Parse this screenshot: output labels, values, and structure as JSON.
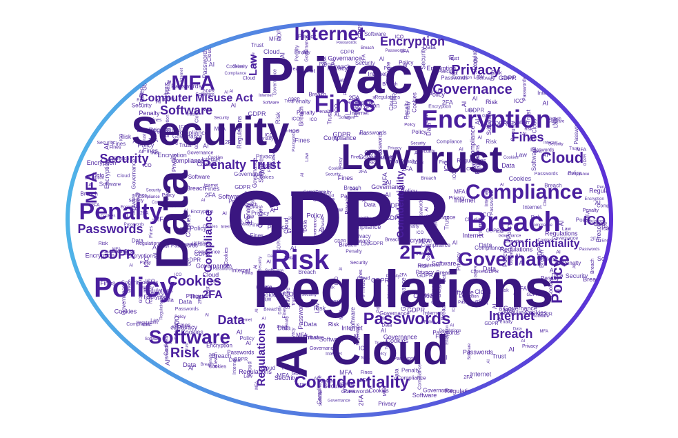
{
  "colors": {
    "ring_start": "#4fb3e8",
    "ring_end": "#5b2fd6",
    "word_dark": "#3a1680",
    "word_mid": "#4a1f9e",
    "word_light": "#5a3aa8"
  },
  "words": {
    "gdpr": "GDPR",
    "regulations": "Regulations",
    "privacy": "Privacy",
    "security": "Security",
    "data": "Data",
    "law": "Law",
    "cloud": "Cloud",
    "ai": "AI",
    "trust": "Trust",
    "encryption": "Encryption",
    "compliance": "Compliance",
    "breach": "Breach",
    "governance": "Governance",
    "policy": "Policy",
    "risk": "Risk",
    "software": "Software",
    "penalty": "Penalty",
    "internet": "Internet",
    "confidentiality": "Confidentiality",
    "passwords": "Passwords",
    "fines": "Fines",
    "mfa": "MFA",
    "ico": "ICO",
    "twofa": "2FA",
    "cookies": "Cookies",
    "computer_misuse_act": "Computer Misuse Act"
  }
}
